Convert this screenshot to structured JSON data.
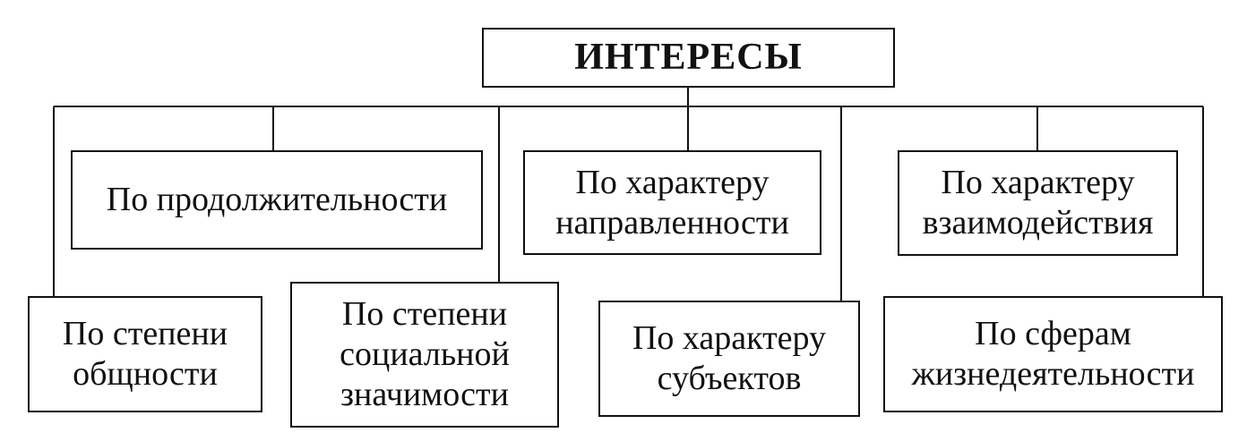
{
  "root": {
    "label": "ИНТЕРЕСЫ"
  },
  "top_row": [
    {
      "lines": [
        "По продолжительности"
      ]
    },
    {
      "lines": [
        "По характеру",
        "направленности"
      ]
    },
    {
      "lines": [
        "По характеру",
        "взаимодействия"
      ]
    }
  ],
  "bottom_row": [
    {
      "lines": [
        "По степени",
        "общности"
      ]
    },
    {
      "lines": [
        "По степени",
        "социальной",
        "значимости"
      ]
    },
    {
      "lines": [
        "По характеру",
        "субъектов"
      ]
    },
    {
      "lines": [
        "По сферам",
        "жизнедеятельности"
      ]
    }
  ]
}
